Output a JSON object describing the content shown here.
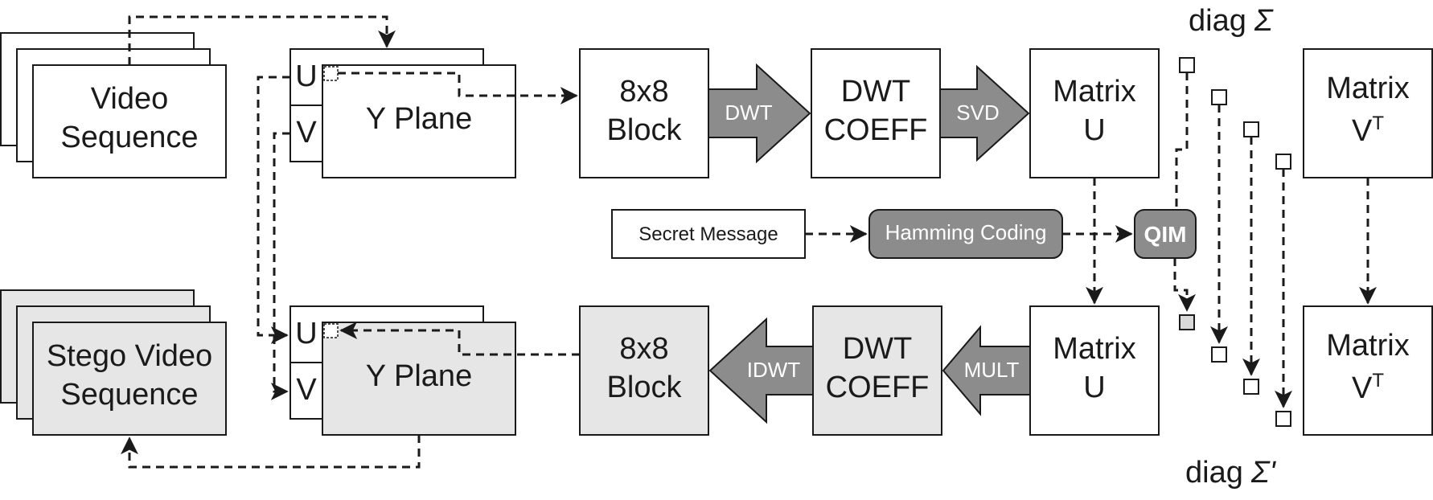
{
  "top": {
    "video_l1": "Video",
    "video_l2": "Sequence",
    "u": "U",
    "v": "V",
    "yplane": "Y Plane",
    "block_l1": "8x8",
    "block_l2": "Block",
    "dwt": "DWT",
    "coeff_l1": "DWT",
    "coeff_l2": "COEFF",
    "svd": "SVD",
    "matu_l1": "Matrix",
    "matu_l2": "U",
    "matv_l1": "Matrix",
    "matv_l2": "V",
    "matv_sup": "T",
    "diag_prefix": "diag",
    "diag_symbol": "Σ"
  },
  "middle": {
    "secret": "Secret Message",
    "hamming": "Hamming Coding",
    "qim": "QIM"
  },
  "bottom": {
    "stego_l1": "Stego Video",
    "stego_l2": "Sequence",
    "u": "U",
    "v": "V",
    "yplane": "Y Plane",
    "block_l1": "8x8",
    "block_l2": "Block",
    "idwt": "IDWT",
    "coeff_l1": "DWT",
    "coeff_l2": "COEFF",
    "mult": "MULT",
    "matu_l1": "Matrix",
    "matu_l2": "U",
    "matv_l1": "Matrix",
    "matv_l2": "V",
    "matv_sup": "T",
    "diag_prefix": "diag",
    "diag_symbol": "Σ'"
  }
}
